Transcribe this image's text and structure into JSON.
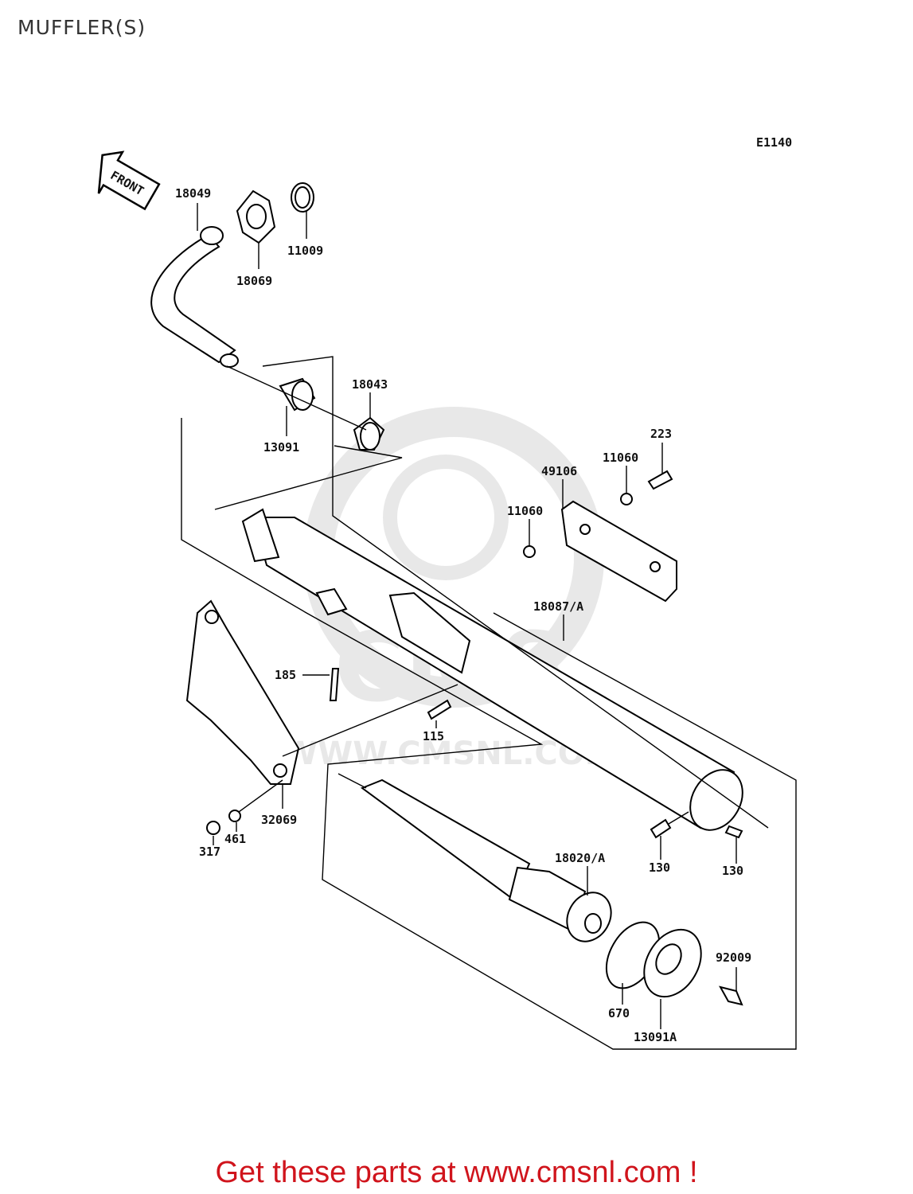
{
  "page": {
    "title": "MUFFLER(S)",
    "cta": "Get these parts at www.cmsnl.com !"
  },
  "diagram": {
    "code": "E1140",
    "front_label": "FRONT",
    "watermark": "WWW.CMSNL.COM",
    "watermark_logo": "CMS",
    "parts": [
      {
        "id": "18049",
        "label": "18049"
      },
      {
        "id": "18069",
        "label": "18069"
      },
      {
        "id": "11009",
        "label": "11009"
      },
      {
        "id": "18043",
        "label": "18043"
      },
      {
        "id": "13091",
        "label": "13091"
      },
      {
        "id": "223",
        "label": "223"
      },
      {
        "id": "11060a",
        "label": "11060"
      },
      {
        "id": "49106",
        "label": "49106"
      },
      {
        "id": "11060b",
        "label": "11060"
      },
      {
        "id": "18087",
        "label": "18087/A"
      },
      {
        "id": "185",
        "label": "185"
      },
      {
        "id": "115",
        "label": "115"
      },
      {
        "id": "32069",
        "label": "32069"
      },
      {
        "id": "317",
        "label": "317"
      },
      {
        "id": "461",
        "label": "461"
      },
      {
        "id": "130a",
        "label": "130"
      },
      {
        "id": "130b",
        "label": "130"
      },
      {
        "id": "18020",
        "label": "18020/A"
      },
      {
        "id": "92009",
        "label": "92009"
      },
      {
        "id": "670",
        "label": "670"
      },
      {
        "id": "13091A",
        "label": "13091A"
      }
    ]
  }
}
